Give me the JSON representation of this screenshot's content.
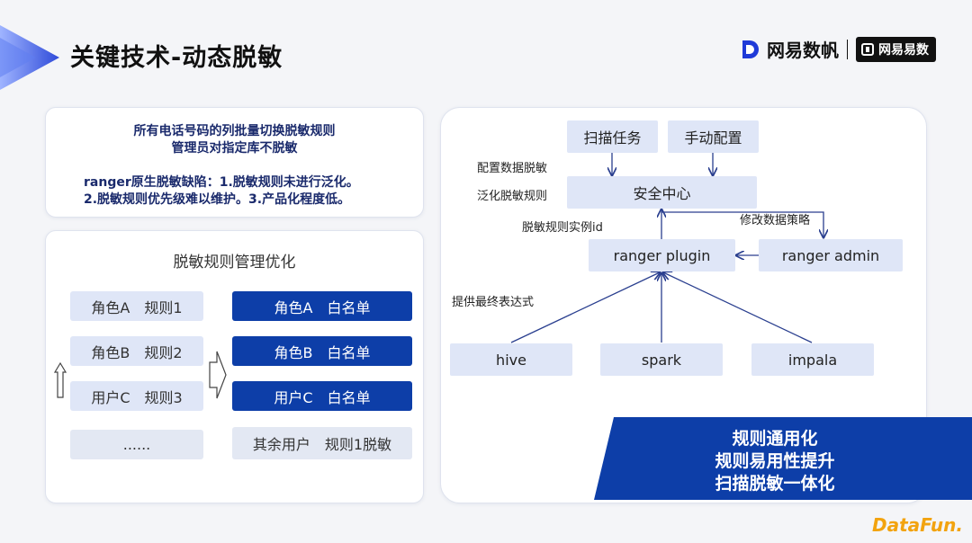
{
  "header": {
    "title": "关键技术-动态脱敏",
    "brand_name": "网易数帆",
    "brand_sub": "网易易数"
  },
  "info_box": {
    "line1": "所有电话号码的列批量切换脱敏规则",
    "line2": "管理员对指定库不脱敏",
    "line3": "ranger原生脱敏缺陷：1.脱敏规则未进行泛化。",
    "line4": "2.脱敏规则优先级难以维护。3.产品化程度低。"
  },
  "rules_panel": {
    "title": "脱敏规则管理优化",
    "left_items": [
      "角色A　规则1",
      "角色B　规则2",
      "用户C　规则3",
      "......"
    ],
    "right_items": [
      "角色A　白名单",
      "角色B　白名单",
      "用户C　白名单",
      "其余用户　规则1脱敏"
    ]
  },
  "flow": {
    "nodes": {
      "scan_task": "扫描任务",
      "manual_config": "手动配置",
      "security_center": "安全中心",
      "ranger_plugin": "ranger plugin",
      "ranger_admin": "ranger admin",
      "hive": "hive",
      "spark": "spark",
      "impala": "impala"
    },
    "labels": {
      "config_data": "配置数据脱敏",
      "generalize_rule": "泛化脱敏规则",
      "rule_instance": "脱敏规则实例id",
      "modify_policy": "修改数据策略",
      "final_expr": "提供最终表达式"
    }
  },
  "summary": {
    "line1": "规则通用化",
    "line2": "规则易用性提升",
    "line3": "扫描脱敏一体化"
  },
  "footer": {
    "logo": "DataFun."
  },
  "colors": {
    "dark_blue": "#0d3ea8",
    "light_blue": "#dfe6f7",
    "accent": "#1f4fd1",
    "logo_orange": "#f2a30f"
  }
}
